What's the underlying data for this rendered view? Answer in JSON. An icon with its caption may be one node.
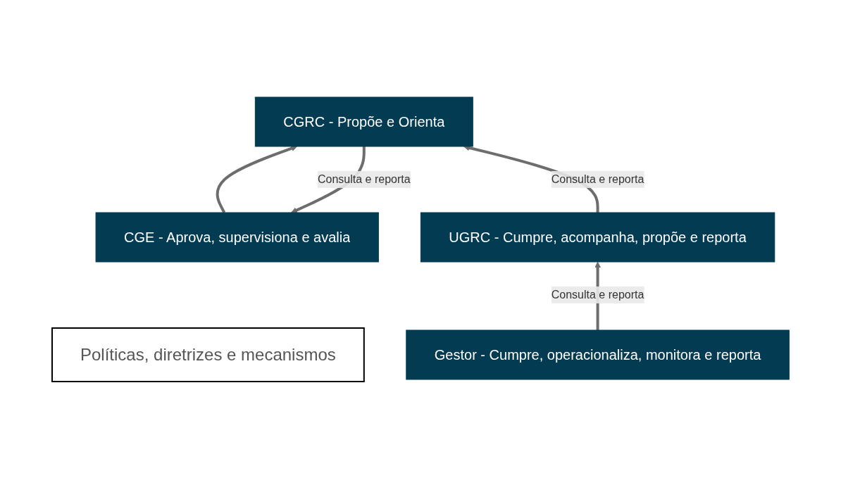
{
  "diagram": {
    "nodes": [
      {
        "text": [
          "Políticas, diretrizes e mecanismos"
        ]
      },
      {
        "text": [
          "CGE - Aprova, supervisiona e avalia"
        ]
      },
      {
        "text": [
          "CGRC - Propõe e Orienta"
        ]
      },
      {
        "text": [
          "UGRC - Cumpre, acompanha, propõe e reporta"
        ]
      },
      {
        "text": [
          "Gestor - Cumpre, operacionaliza, monitora e reporta"
        ]
      }
    ],
    "edges": [
      {
        "from": 2,
        "to": 1,
        "arrow": "to",
        "label": "Consulta e reporta"
      },
      {
        "from": 1,
        "to": 2,
        "arrow": "to"
      },
      {
        "from": 3,
        "to": 2,
        "arrow": "to",
        "label": "Consulta e reporta"
      },
      {
        "from": 4,
        "to": 3,
        "arrow": "to",
        "label": "Consulta e reporta"
      }
    ]
  }
}
